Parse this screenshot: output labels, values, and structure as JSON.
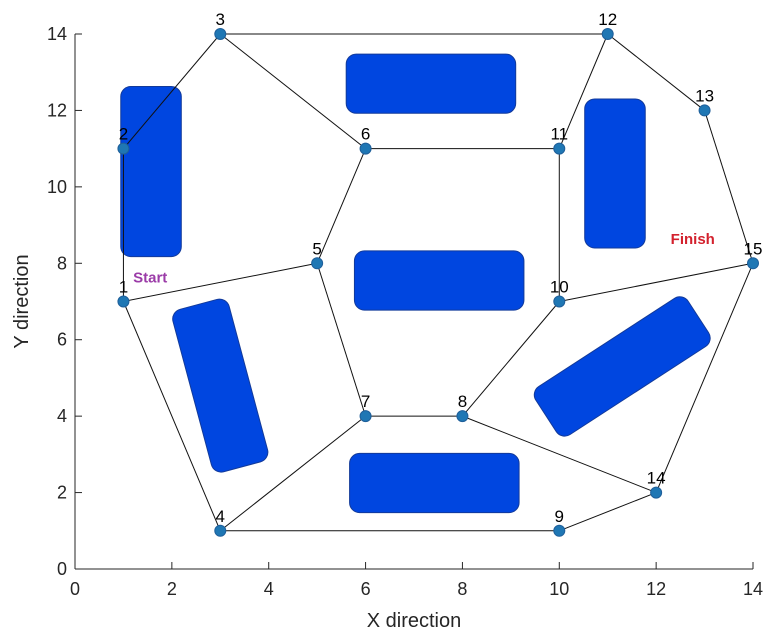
{
  "chart_data": {
    "type": "scatter",
    "xlabel": "X direction",
    "ylabel": "Y direction",
    "xlim": [
      0,
      14
    ],
    "ylim": [
      0,
      14
    ],
    "xticks": [
      0,
      2,
      4,
      6,
      8,
      10,
      12,
      14
    ],
    "yticks": [
      0,
      2,
      4,
      6,
      8,
      10,
      12,
      14
    ],
    "grid": false,
    "node_color": "#1f77b4",
    "edge_color": "#111111",
    "obstacle_color": "#0046e0",
    "nodes": [
      {
        "id": "1",
        "x": 1,
        "y": 7
      },
      {
        "id": "2",
        "x": 1,
        "y": 11
      },
      {
        "id": "3",
        "x": 3,
        "y": 14
      },
      {
        "id": "4",
        "x": 3,
        "y": 1
      },
      {
        "id": "5",
        "x": 5,
        "y": 8
      },
      {
        "id": "6",
        "x": 6,
        "y": 11
      },
      {
        "id": "7",
        "x": 6,
        "y": 4
      },
      {
        "id": "8",
        "x": 8,
        "y": 4
      },
      {
        "id": "9",
        "x": 10,
        "y": 1
      },
      {
        "id": "10",
        "x": 10,
        "y": 7
      },
      {
        "id": "11",
        "x": 10,
        "y": 11
      },
      {
        "id": "12",
        "x": 11,
        "y": 14
      },
      {
        "id": "13",
        "x": 13,
        "y": 12
      },
      {
        "id": "14",
        "x": 12,
        "y": 2
      },
      {
        "id": "15",
        "x": 14,
        "y": 8
      }
    ],
    "edges": [
      [
        "1",
        "2"
      ],
      [
        "2",
        "3"
      ],
      [
        "3",
        "12"
      ],
      [
        "3",
        "6"
      ],
      [
        "12",
        "11"
      ],
      [
        "12",
        "13"
      ],
      [
        "13",
        "15"
      ],
      [
        "6",
        "11"
      ],
      [
        "11",
        "10"
      ],
      [
        "6",
        "5"
      ],
      [
        "1",
        "5"
      ],
      [
        "1",
        "4"
      ],
      [
        "5",
        "7"
      ],
      [
        "4",
        "7"
      ],
      [
        "4",
        "9"
      ],
      [
        "7",
        "8"
      ],
      [
        "8",
        "10"
      ],
      [
        "10",
        "15"
      ],
      [
        "8",
        "14"
      ],
      [
        "9",
        "14"
      ],
      [
        "14",
        "15"
      ]
    ],
    "obstacles": [
      {
        "cx": 7.35,
        "cy": 12.7,
        "w": 3.5,
        "h": 1.55,
        "angle": 0
      },
      {
        "cx": 1.57,
        "cy": 10.4,
        "w": 1.25,
        "h": 4.45,
        "angle": 0
      },
      {
        "cx": 11.15,
        "cy": 10.35,
        "w": 1.25,
        "h": 3.9,
        "angle": 0
      },
      {
        "cx": 7.52,
        "cy": 7.55,
        "w": 3.5,
        "h": 1.55,
        "angle": 0
      },
      {
        "cx": 3.0,
        "cy": 4.8,
        "w": 1.2,
        "h": 4.4,
        "angle": -15
      },
      {
        "cx": 11.3,
        "cy": 5.3,
        "w": 3.75,
        "h": 1.5,
        "angle": -33
      },
      {
        "cx": 7.42,
        "cy": 2.25,
        "w": 3.5,
        "h": 1.55,
        "angle": 0
      }
    ],
    "annotations": [
      {
        "text": "Start",
        "x": 1.2,
        "y": 7.5,
        "color": "#9b3ca8"
      },
      {
        "text": "Finish",
        "x": 12.3,
        "y": 8.5,
        "color": "#d3212d"
      }
    ]
  }
}
